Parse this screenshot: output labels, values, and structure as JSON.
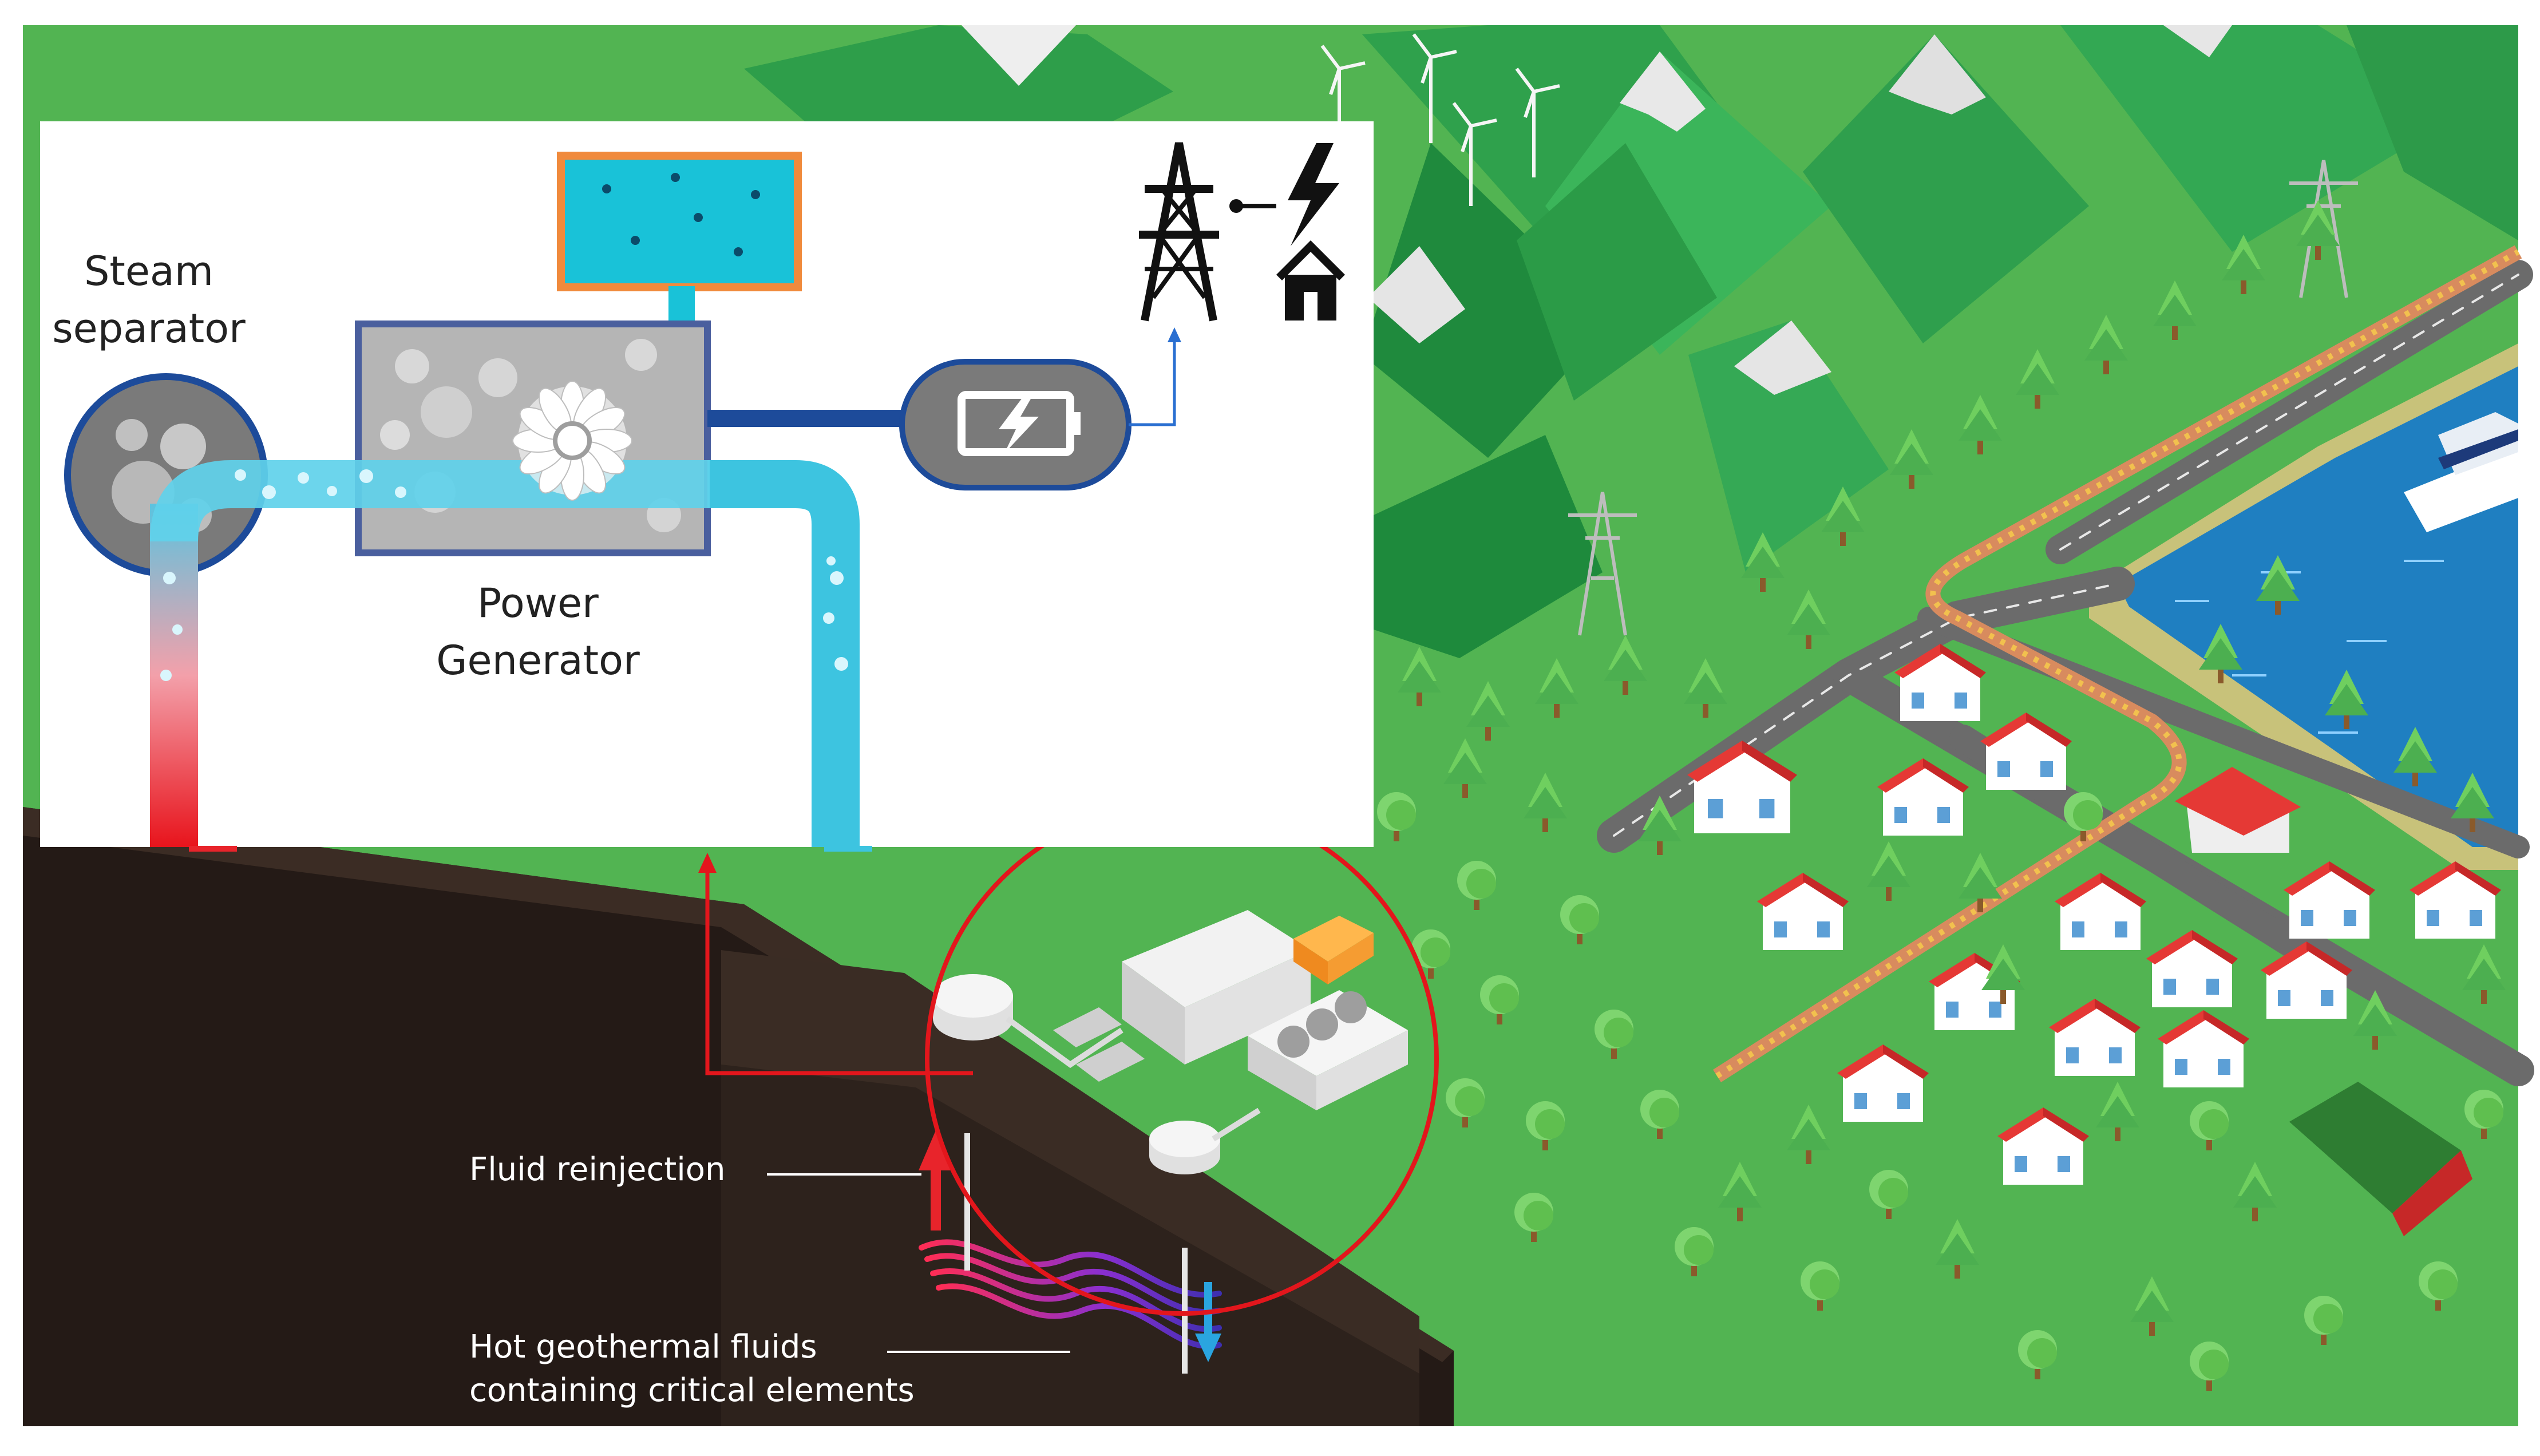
{
  "inset": {
    "steam_separator_line1": "Steam",
    "steam_separator_line2": "separator",
    "power_generator_line1": "Power",
    "power_generator_line2": "Generator"
  },
  "callouts": {
    "fluid_reinjection": "Fluid reinjection",
    "hot_fluids_line1": "Hot geothermal fluids",
    "hot_fluids_line2": "containing critical elements"
  },
  "colors": {
    "grass": "#52b452",
    "ground_dark": "#241a16",
    "water": "#1f7fc1",
    "pipe_cold": "#3dc4e0",
    "pipe_hot": "#e8242b",
    "circle": "#e3161c",
    "orange_border": "#f08a3c"
  }
}
